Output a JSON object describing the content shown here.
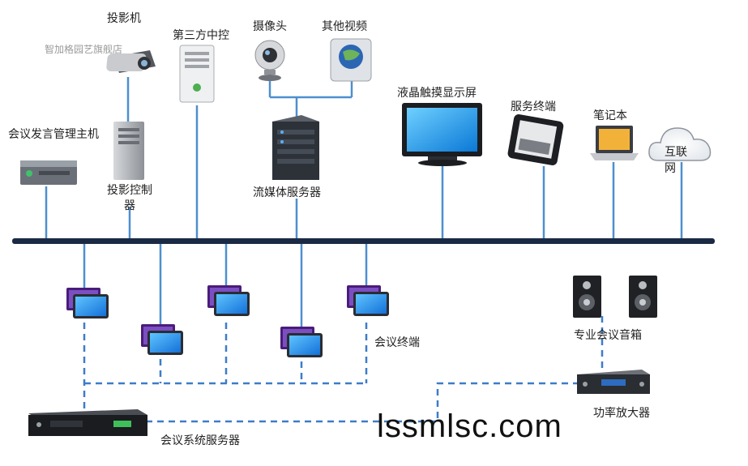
{
  "watermark": "智加格园艺旗舰店",
  "site_text": "lssmlsc.com",
  "labels": {
    "conference_host": "会议发言管理主机",
    "projector": "投影机",
    "projector_controller": "投影控制器",
    "third_party_control": "第三方中控",
    "camera": "摄像头",
    "other_video": "其他视频",
    "streaming_server": "流媒体服务器",
    "lcd_touch_display": "液晶触摸显示屏",
    "service_terminal": "服务终端",
    "laptop": "笔记本",
    "internet": "互联网",
    "conference_terminal": "会议终端",
    "conference_speaker": "专业会议音箱",
    "power_amplifier": "功率放大器",
    "conference_server": "会议系统服务器"
  },
  "colors": {
    "bus": "#1b2a44",
    "link": "#4d8fcf",
    "dashed": "#3d7cc9"
  }
}
